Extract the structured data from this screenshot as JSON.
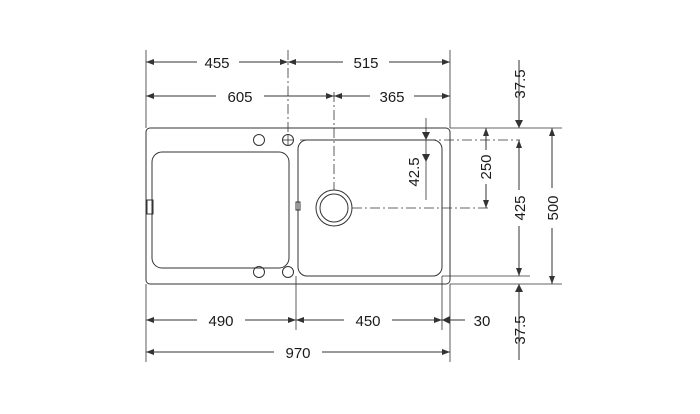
{
  "dimensions": {
    "top_left": "455",
    "top_right": "515",
    "mid_left": "605",
    "mid_right": "365",
    "bottom_left": "490",
    "bottom_mid": "450",
    "bottom_right": "30",
    "bottom_total": "970",
    "right_top": "37.5",
    "right_250": "250",
    "right_425": "425",
    "right_500": "500",
    "right_bottom": "37.5",
    "inner_42_5": "42.5"
  },
  "colors": {
    "line": "#333333",
    "text": "#1a1a1a",
    "background": "#ffffff"
  }
}
